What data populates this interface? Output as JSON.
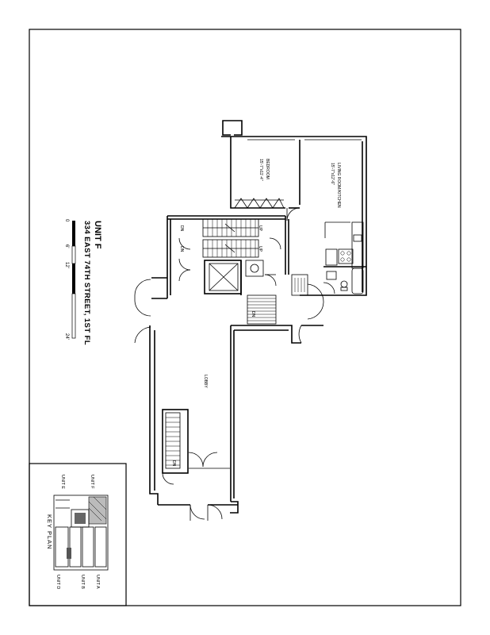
{
  "title_block": {
    "unit": "UNIT F",
    "address": "334 EAST 74TH STREET, 1ST FL",
    "scale_ticks": [
      "0",
      "6'",
      "12'",
      "24'"
    ]
  },
  "rooms": {
    "bedroom_name": "BEDROOM",
    "bedroom_dims": "15'-7\"x11'-4\"",
    "living_name": "LIVING ROOM/KITCHEN",
    "living_dims": "15'-7\"x12'-6\"",
    "lobby": "LOBBY"
  },
  "stair_labels": {
    "up_1": "UP",
    "dn_1": "DN",
    "up_2": "UP",
    "dn_2": "DN",
    "dn_3": "DN",
    "dn_4": "DN"
  },
  "key_plan": {
    "title": "KEY PLAN",
    "units": [
      "UNIT A",
      "UNIT B",
      "UNIT D",
      "UNIT E",
      "UNIT F"
    ]
  }
}
